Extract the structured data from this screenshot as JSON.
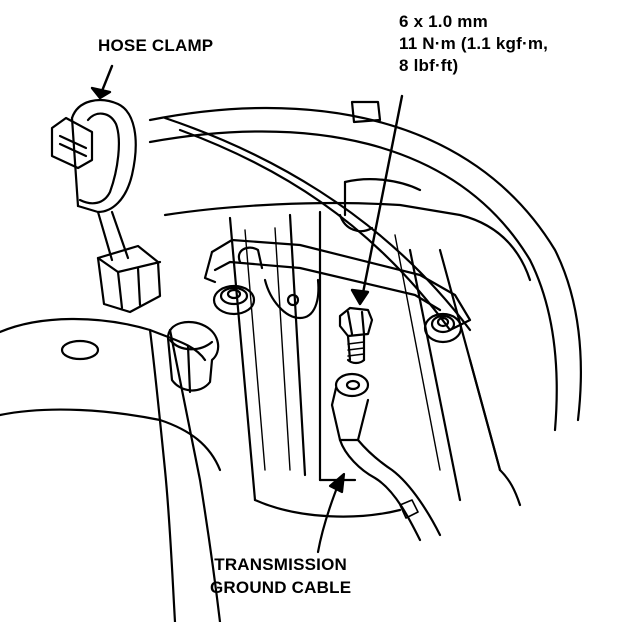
{
  "labels": {
    "hose_clamp": "HOSE CLAMP",
    "torque_spec": {
      "line1": "6 x 1.0 mm",
      "line2": "11 N·m (1.1 kgf·m,",
      "line3": "8 lbf·ft)"
    },
    "ground_cable": {
      "line1": "TRANSMISSION",
      "line2": "GROUND CABLE"
    }
  },
  "colors": {
    "ink": "#000000",
    "paper": "#ffffff"
  }
}
